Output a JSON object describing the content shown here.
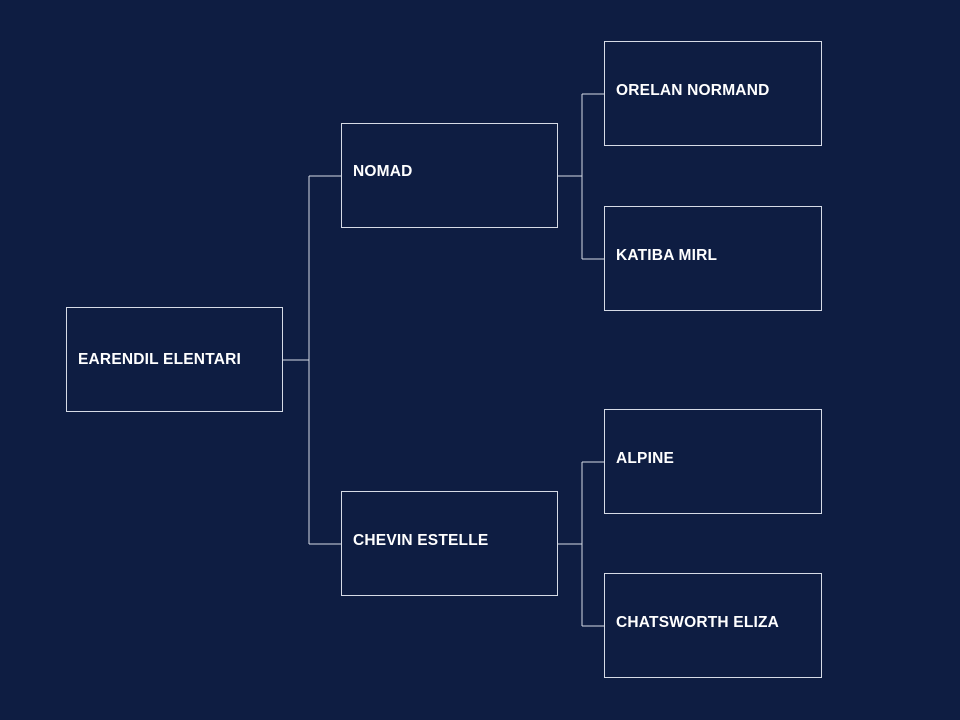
{
  "colors": {
    "background": "#0e1d42",
    "line": "#d6dbe6",
    "text": "#ffffff"
  },
  "pedigree": {
    "subject": "EARENDIL ELENTARI",
    "sire": {
      "name": "NOMAD",
      "sire": "ORELAN NORMAND",
      "dam": "KATIBA MIRL"
    },
    "dam": {
      "name": "CHEVIN ESTELLE",
      "sire": "ALPINE",
      "dam": "CHATSWORTH ELIZA"
    }
  }
}
